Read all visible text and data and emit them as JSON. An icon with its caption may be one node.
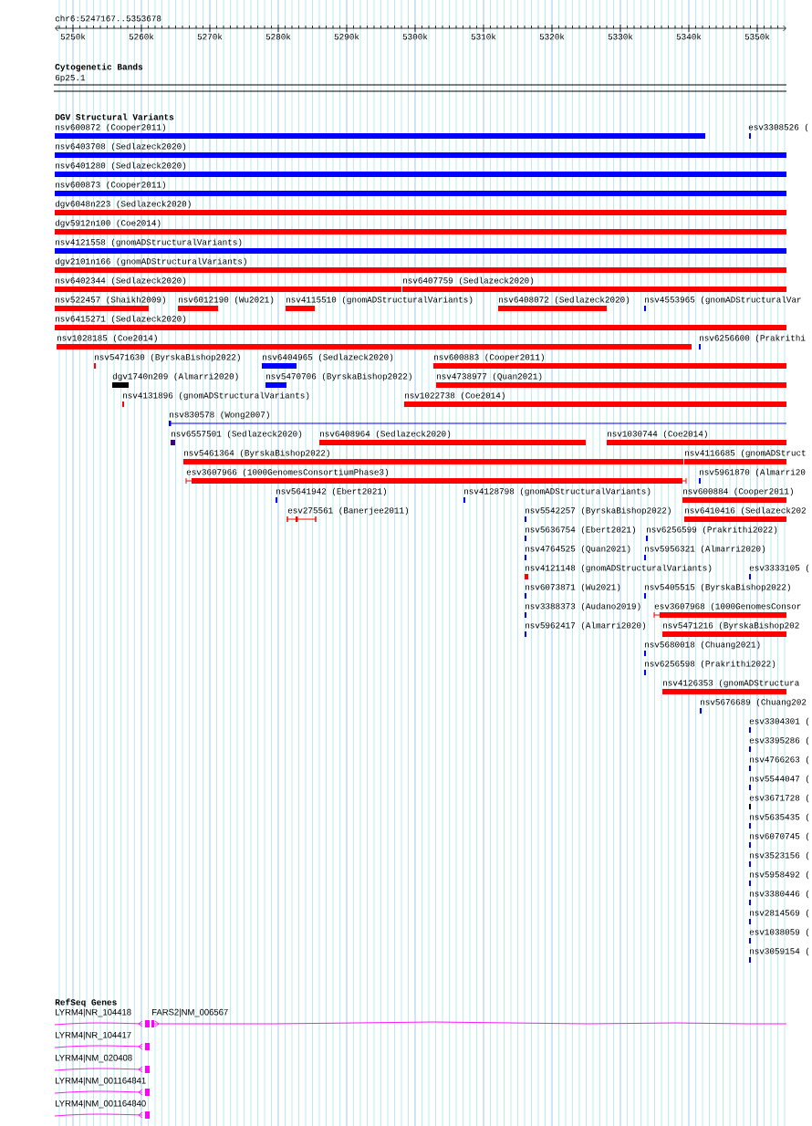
{
  "diagram": {
    "labels": [
      "chr6:5247167..5353678",
      "5250k",
      "5260k",
      "5270k",
      "5280k",
      "5290k",
      "5300k",
      "5310k",
      "5320k",
      "5330k",
      "5340k",
      "5350k",
      "Cytogenetic Bands",
      "6p25.1",
      "DGV Structural Variants",
      "nsv600872 (Cooper2011)",
      "esv3308526 (",
      "nsv6403708 (Sedlazeck2020)",
      "nsv6401280 (Sedlazeck2020)",
      "nsv600873 (Cooper2011)",
      "dgv6048n223 (Sedlazeck2020)",
      "dgv5912n100 (Coe2014)",
      "nsv4121558 (gnomADStructuralVariants)",
      "dgv2101n166 (gnomADStructuralVariants)",
      "nsv6402344 (Sedlazeck2020)",
      "nsv6407759 (Sedlazeck2020)",
      "nsv522457 (Shaikh2009)",
      "nsv6012190 (Wu2021)",
      "nsv4115510 (gnomADStructuralVariants)",
      "nsv6408072 (Sedlazeck2020)",
      "nsv4553965 (gnomADStructuralVar",
      "nsv6415271 (Sedlazeck2020)",
      "nsv1028185 (Coe2014)",
      "nsv6256600 (Prakrithi",
      "nsv5471630 (ByrskaBishop2022)",
      "nsv6404965 (Sedlazeck2020)",
      "nsv600883 (Cooper2011)",
      "dgv1740n209 (Almarri2020)",
      "nsv5470706 (ByrskaBishop2022)",
      "nsv4738977 (Quan2021)",
      "nsv4131896 (gnomADStructuralVariants)",
      "nsv1022738 (Coe2014)",
      "nsv830578 (Wong2007)",
      "nsv6557501 (Sedlazeck2020)",
      "nsv6408964 (Sedlazeck2020)",
      "nsv1030744 (Coe2014)",
      "nsv5461364 (ByrskaBishop2022)",
      "nsv4116685 (gnomADStruct",
      "esv3607966 (1000GenomesConsortiumPhase3)",
      "nsv5961870 (Almarri20",
      "nsv5641942 (Ebert2021)",
      "nsv4128798 (gnomADStructuralVariants)",
      "nsv600884 (Cooper2011)",
      "esv275561 (Banerjee2011)",
      "nsv5542257 (ByrskaBishop2022)",
      "nsv6410416 (Sedlazeck202",
      "nsv5636754 (Ebert2021)",
      "nsv6256599 (Prakrithi2022)",
      "nsv4764525 (Quan2021)",
      "nsv5956321 (Almarri2020)",
      "nsv4121148 (gnomADStructuralVariants)",
      "esv3333105 (",
      "nsv6073871 (Wu2021)",
      "nsv5405515 (ByrskaBishop2022)",
      "nsv3388373 (Audano2019)",
      "esv3607968 (1000GenomesConsor",
      "nsv5962417 (Almarri2020)",
      "nsv5471216 (ByrskaBishop202",
      "nsv5680018 (Chuang2021)",
      "nsv6256598 (Prakrithi2022)",
      "nsv4126353 (gnomADStructura",
      "nsv5676689 (Chuang202",
      "esv3304301 (",
      "esv3395286 (",
      "nsv4766263 (",
      "nsv5544047 (",
      "esv3671728 (",
      "nsv5635435 (",
      "nsv6070745 (",
      "nsv3523156 (",
      "nsv5958492 (",
      "nsv3380446 (",
      "nsv2814569 (",
      "esv1038059 (",
      "nsv3059154 (",
      "RefSeq Genes",
      "LYRM4|NR_104418",
      "FARS2|NM_006567",
      "LYRM4|NR_104417",
      "LYRM4|NM_020408",
      "LYRM4|NM_001164841",
      "LYRM4|NM_001164840"
    ]
  }
}
